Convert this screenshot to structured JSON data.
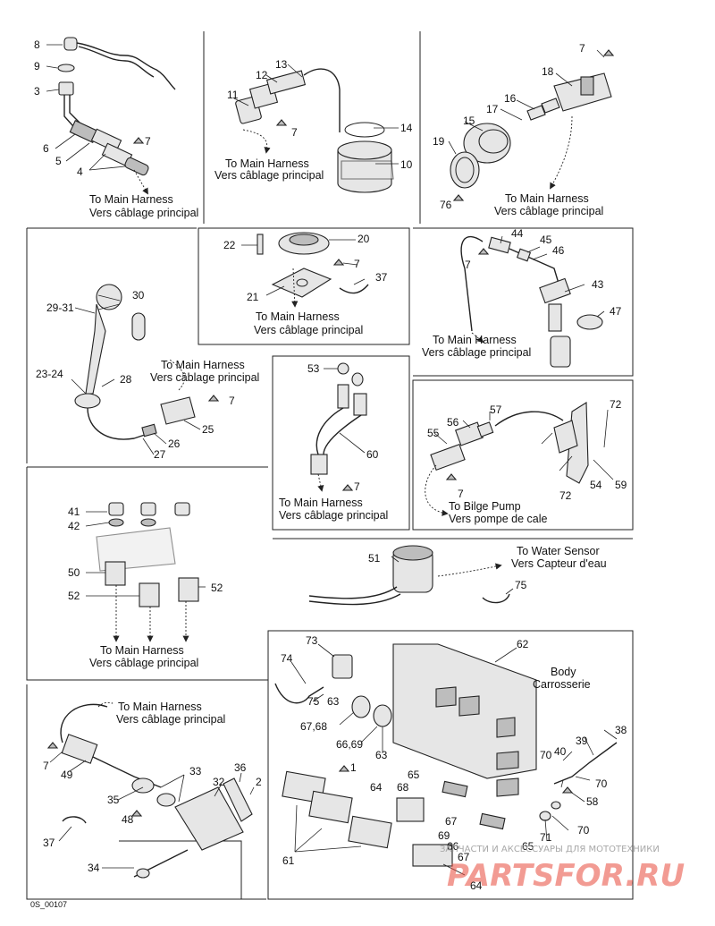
{
  "diagram": {
    "code": "0S_00107",
    "callouts": {
      "c1": "1",
      "c2": "2",
      "c3": "3",
      "c4": "4",
      "c5": "5",
      "c6": "6",
      "c7": "7",
      "c76": "76",
      "c8": "8",
      "c9": "9",
      "c10": "10",
      "c11": "11",
      "c12": "12",
      "c13": "13",
      "c14": "14",
      "c15": "15",
      "c16": "16",
      "c17": "17",
      "c18": "18",
      "c19": "19",
      "c20": "20",
      "c21": "21",
      "c22": "22",
      "c2931": "29-31",
      "c30": "30",
      "c2324": "23-24",
      "c25": "25",
      "c26": "26",
      "c27": "27",
      "c28": "28",
      "c32": "32",
      "c33": "33",
      "c34": "34",
      "c35": "35",
      "c36": "36",
      "c37": "37",
      "c38": "38",
      "c39": "39",
      "c40": "40",
      "c41": "41",
      "c42": "42",
      "c43": "43",
      "c44": "44",
      "c45": "45",
      "c46": "46",
      "c47": "47",
      "c48": "48",
      "c49": "49",
      "c50": "50",
      "c51": "51",
      "c52": "52",
      "c53": "53",
      "c54": "54",
      "c55": "55",
      "c56": "56",
      "c57": "57",
      "c58": "58",
      "c59": "59",
      "c60": "60",
      "c61": "61",
      "c62": "62",
      "c63": "63",
      "c64": "64",
      "c65": "65",
      "c6669": "66,69",
      "c6768": "67,68",
      "c66": "66",
      "c67": "67",
      "c68": "68",
      "c69": "69",
      "c70": "70",
      "c71": "71",
      "c72": "72",
      "c73": "73",
      "c74": "74",
      "c75": "75"
    },
    "captions": {
      "main_en": "To Main Harness",
      "main_fr": "Vers câblage principal",
      "bilge_en": "To Bilge Pump",
      "bilge_fr": "Vers pompe de cale",
      "water_en": "To Water Sensor",
      "water_fr": "Vers Capteur d'eau",
      "body_en": "Body",
      "body_fr": "Carrosserie"
    },
    "watermark": {
      "line1": "ЗАПЧАСТИ И АКСЕССУАРЫ ДЛЯ МОТОТЕХНИКИ",
      "line2": "PARTSFOR.RU"
    }
  }
}
